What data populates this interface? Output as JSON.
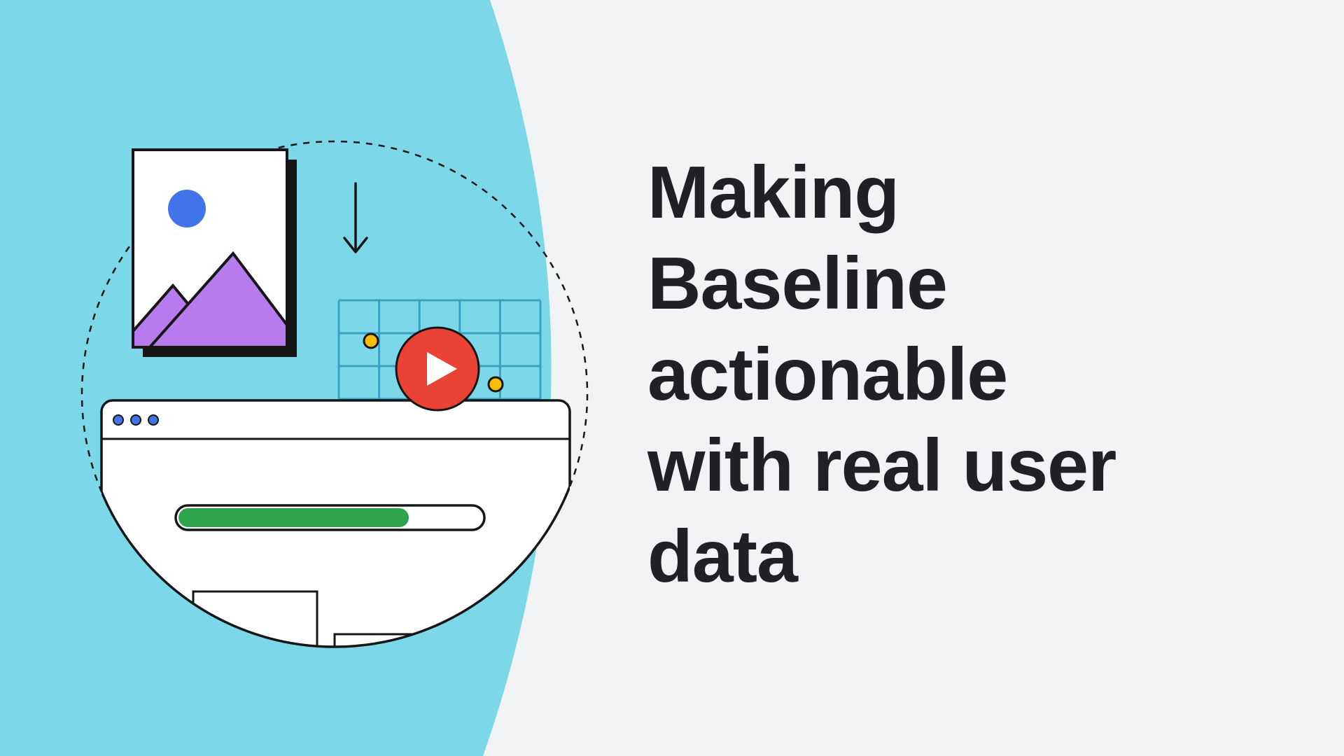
{
  "hero": {
    "title": "Making Baseline actionable with real user data",
    "title_lines": [
      "Making",
      "Baseline",
      "actionable",
      "with real user",
      "data"
    ]
  },
  "illustration": {
    "progress_percent": 76,
    "icons": [
      "dashed-circle",
      "image-placeholder-icon",
      "mountain-icon",
      "sun-dot-icon",
      "download-arrow-icon",
      "grid-graphic",
      "grid-node-dot",
      "play-button-icon",
      "browser-window-graphic",
      "window-control-dots",
      "progress-bar",
      "skeleton-content-blocks"
    ]
  },
  "colors": {
    "background": "#F1F3F4",
    "accent_cyan": "#7CD7E9",
    "ink": "#161616",
    "text": "#202124",
    "blue": "#4274E9",
    "purple": "#B77BEE",
    "red": "#EA4335",
    "yellow": "#FBBC04",
    "green": "#2EA44F",
    "grid_blue": "#3AA0C4",
    "white": "#FFFFFF"
  }
}
